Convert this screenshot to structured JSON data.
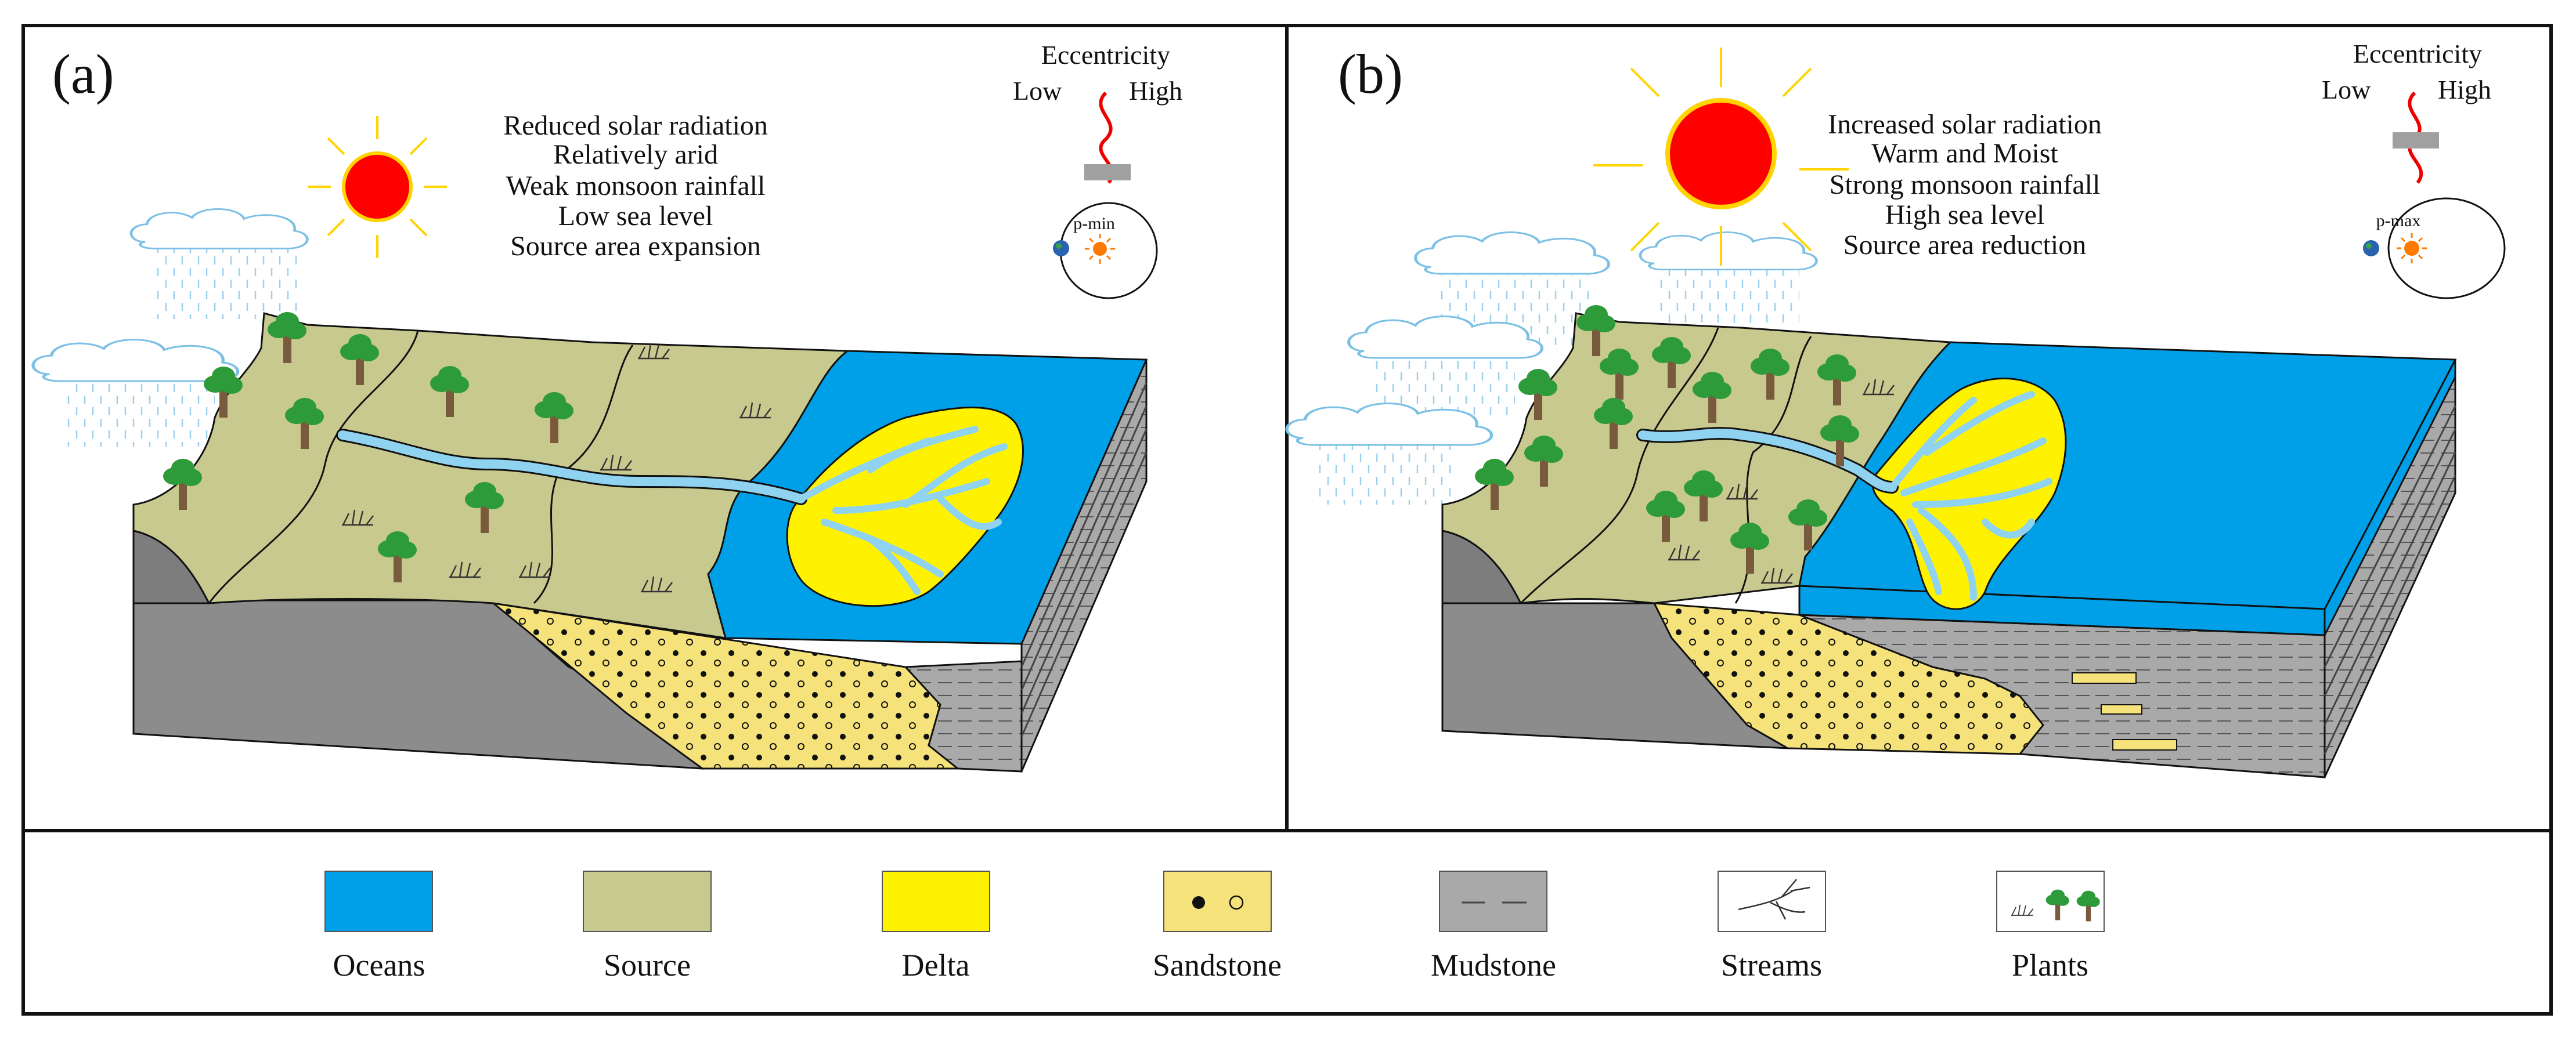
{
  "panels": [
    {
      "label": "(a)",
      "conditions": [
        "Reduced solar radiation",
        "Relatively arid",
        "Weak monsoon rainfall",
        "Low sea level",
        "Source area expansion"
      ],
      "eccentricity": {
        "title": "Eccentricity",
        "low": "Low",
        "high": "High",
        "perihelion": "p-min"
      }
    },
    {
      "label": "(b)",
      "conditions": [
        "Increased solar radiation",
        "Warm and Moist",
        "Strong monsoon rainfall",
        "High sea level",
        "Source area reduction"
      ],
      "eccentricity": {
        "title": "Eccentricity",
        "low": "Low",
        "high": "High",
        "perihelion": "p-max"
      }
    }
  ],
  "legend": [
    "Oceans",
    "Source",
    "Delta",
    "Sandstone",
    "Mudstone",
    "Streams",
    "Plants"
  ],
  "colors": {
    "ocean": "#00a0e9",
    "source": "#c8c98e",
    "delta": "#fff200",
    "sandstone": "#f5e27a",
    "mudstone": "#a9a9a9",
    "basement": "#8c8c8c",
    "stream": "#8fd3f0",
    "tree_crown": "#2e9b3a",
    "tree_trunk": "#7a5a3c",
    "sun": "#ff0000",
    "sun_ring": "#ffd400"
  }
}
